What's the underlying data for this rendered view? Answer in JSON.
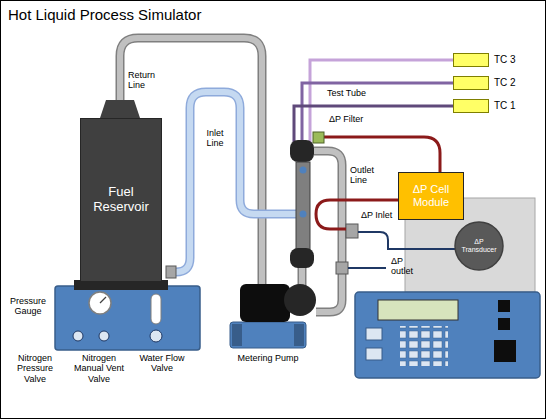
{
  "diagram": {
    "title": "Hot Liquid Process Simulator",
    "nodes": [
      {
        "text": [
          "TC 3"
        ]
      },
      {
        "text": [
          "TC 2"
        ]
      },
      {
        "text": [
          "TC 1"
        ]
      },
      {
        "text": [
          "Fuel Reservoir"
        ]
      },
      {
        "text": [
          "ΔP Cell Module"
        ]
      },
      {
        "text": [
          "ΔP Transducer"
        ]
      }
    ],
    "labels": [
      "Return Line",
      "Test Tube",
      "Inlet Line",
      "ΔP Filter",
      "Outlet Line",
      "ΔP Inlet",
      "ΔP outlet",
      "Pressure Gauge",
      "Nitrogen Pressure Valve",
      "Nitrogen Manual Vent Valve",
      "Water Flow Valve",
      "Metering Pump"
    ]
  }
}
